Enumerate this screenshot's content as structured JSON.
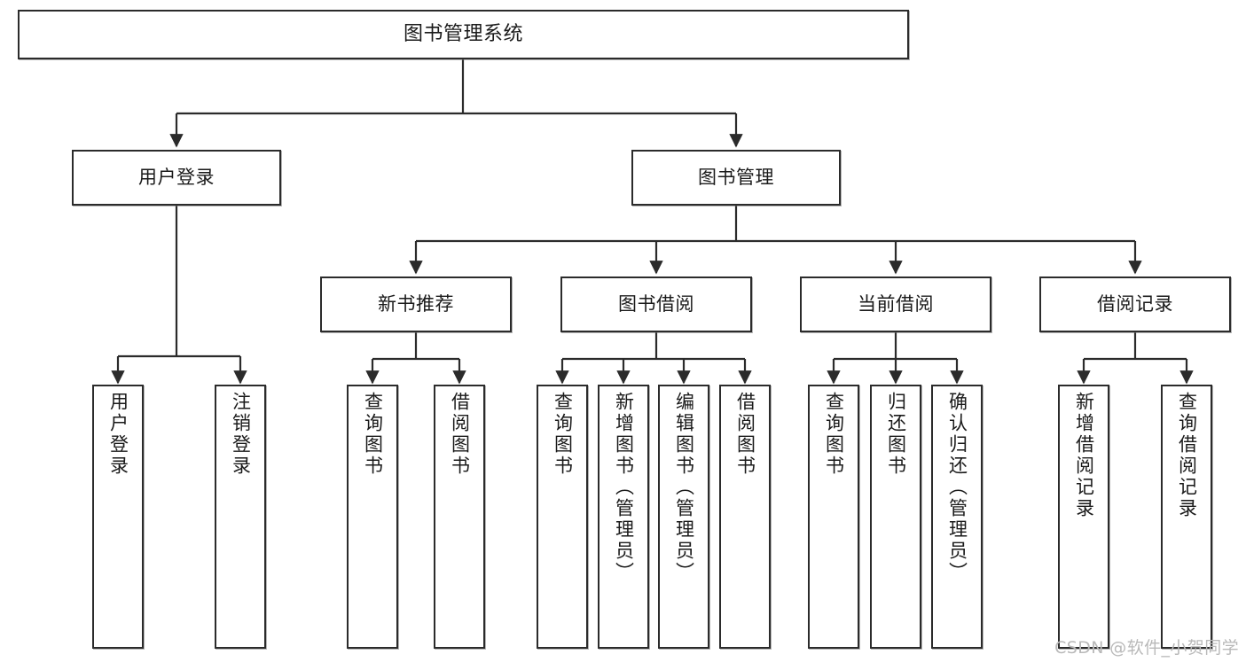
{
  "diagram": {
    "type": "tree",
    "title": "图书管理系统",
    "watermark": "CSDN @软件_小贺同学",
    "colors": {
      "background": "#ffffff",
      "box_border": "#2b2b2b",
      "box_fill": "#ffffff",
      "connector": "#2b2b2b",
      "watermark": "#b9b9b9"
    }
  },
  "nodes": {
    "root": {
      "label": "图书管理系统"
    },
    "level2": [
      {
        "label": "用户登录"
      },
      {
        "label": "图书管理"
      }
    ],
    "level3": [
      {
        "label": "新书推荐"
      },
      {
        "label": "图书借阅"
      },
      {
        "label": "当前借阅"
      },
      {
        "label": "借阅记录"
      }
    ],
    "leaves": {
      "user_login": [
        {
          "label": "用户登录"
        },
        {
          "label": "注销登录"
        }
      ],
      "new_book": [
        {
          "label": "查询图书"
        },
        {
          "label": "借阅图书"
        }
      ],
      "book_borrow": [
        {
          "label": "查询图书"
        },
        {
          "label": "新增图书（管理员）"
        },
        {
          "label": "编辑图书（管理员）"
        },
        {
          "label": "借阅图书"
        }
      ],
      "current_borrow": [
        {
          "label": "查询图书"
        },
        {
          "label": "归还图书"
        },
        {
          "label": "确认归还（管理员）"
        }
      ],
      "borrow_record": [
        {
          "label": "新增借阅记录"
        },
        {
          "label": "查询借阅记录"
        }
      ]
    }
  }
}
